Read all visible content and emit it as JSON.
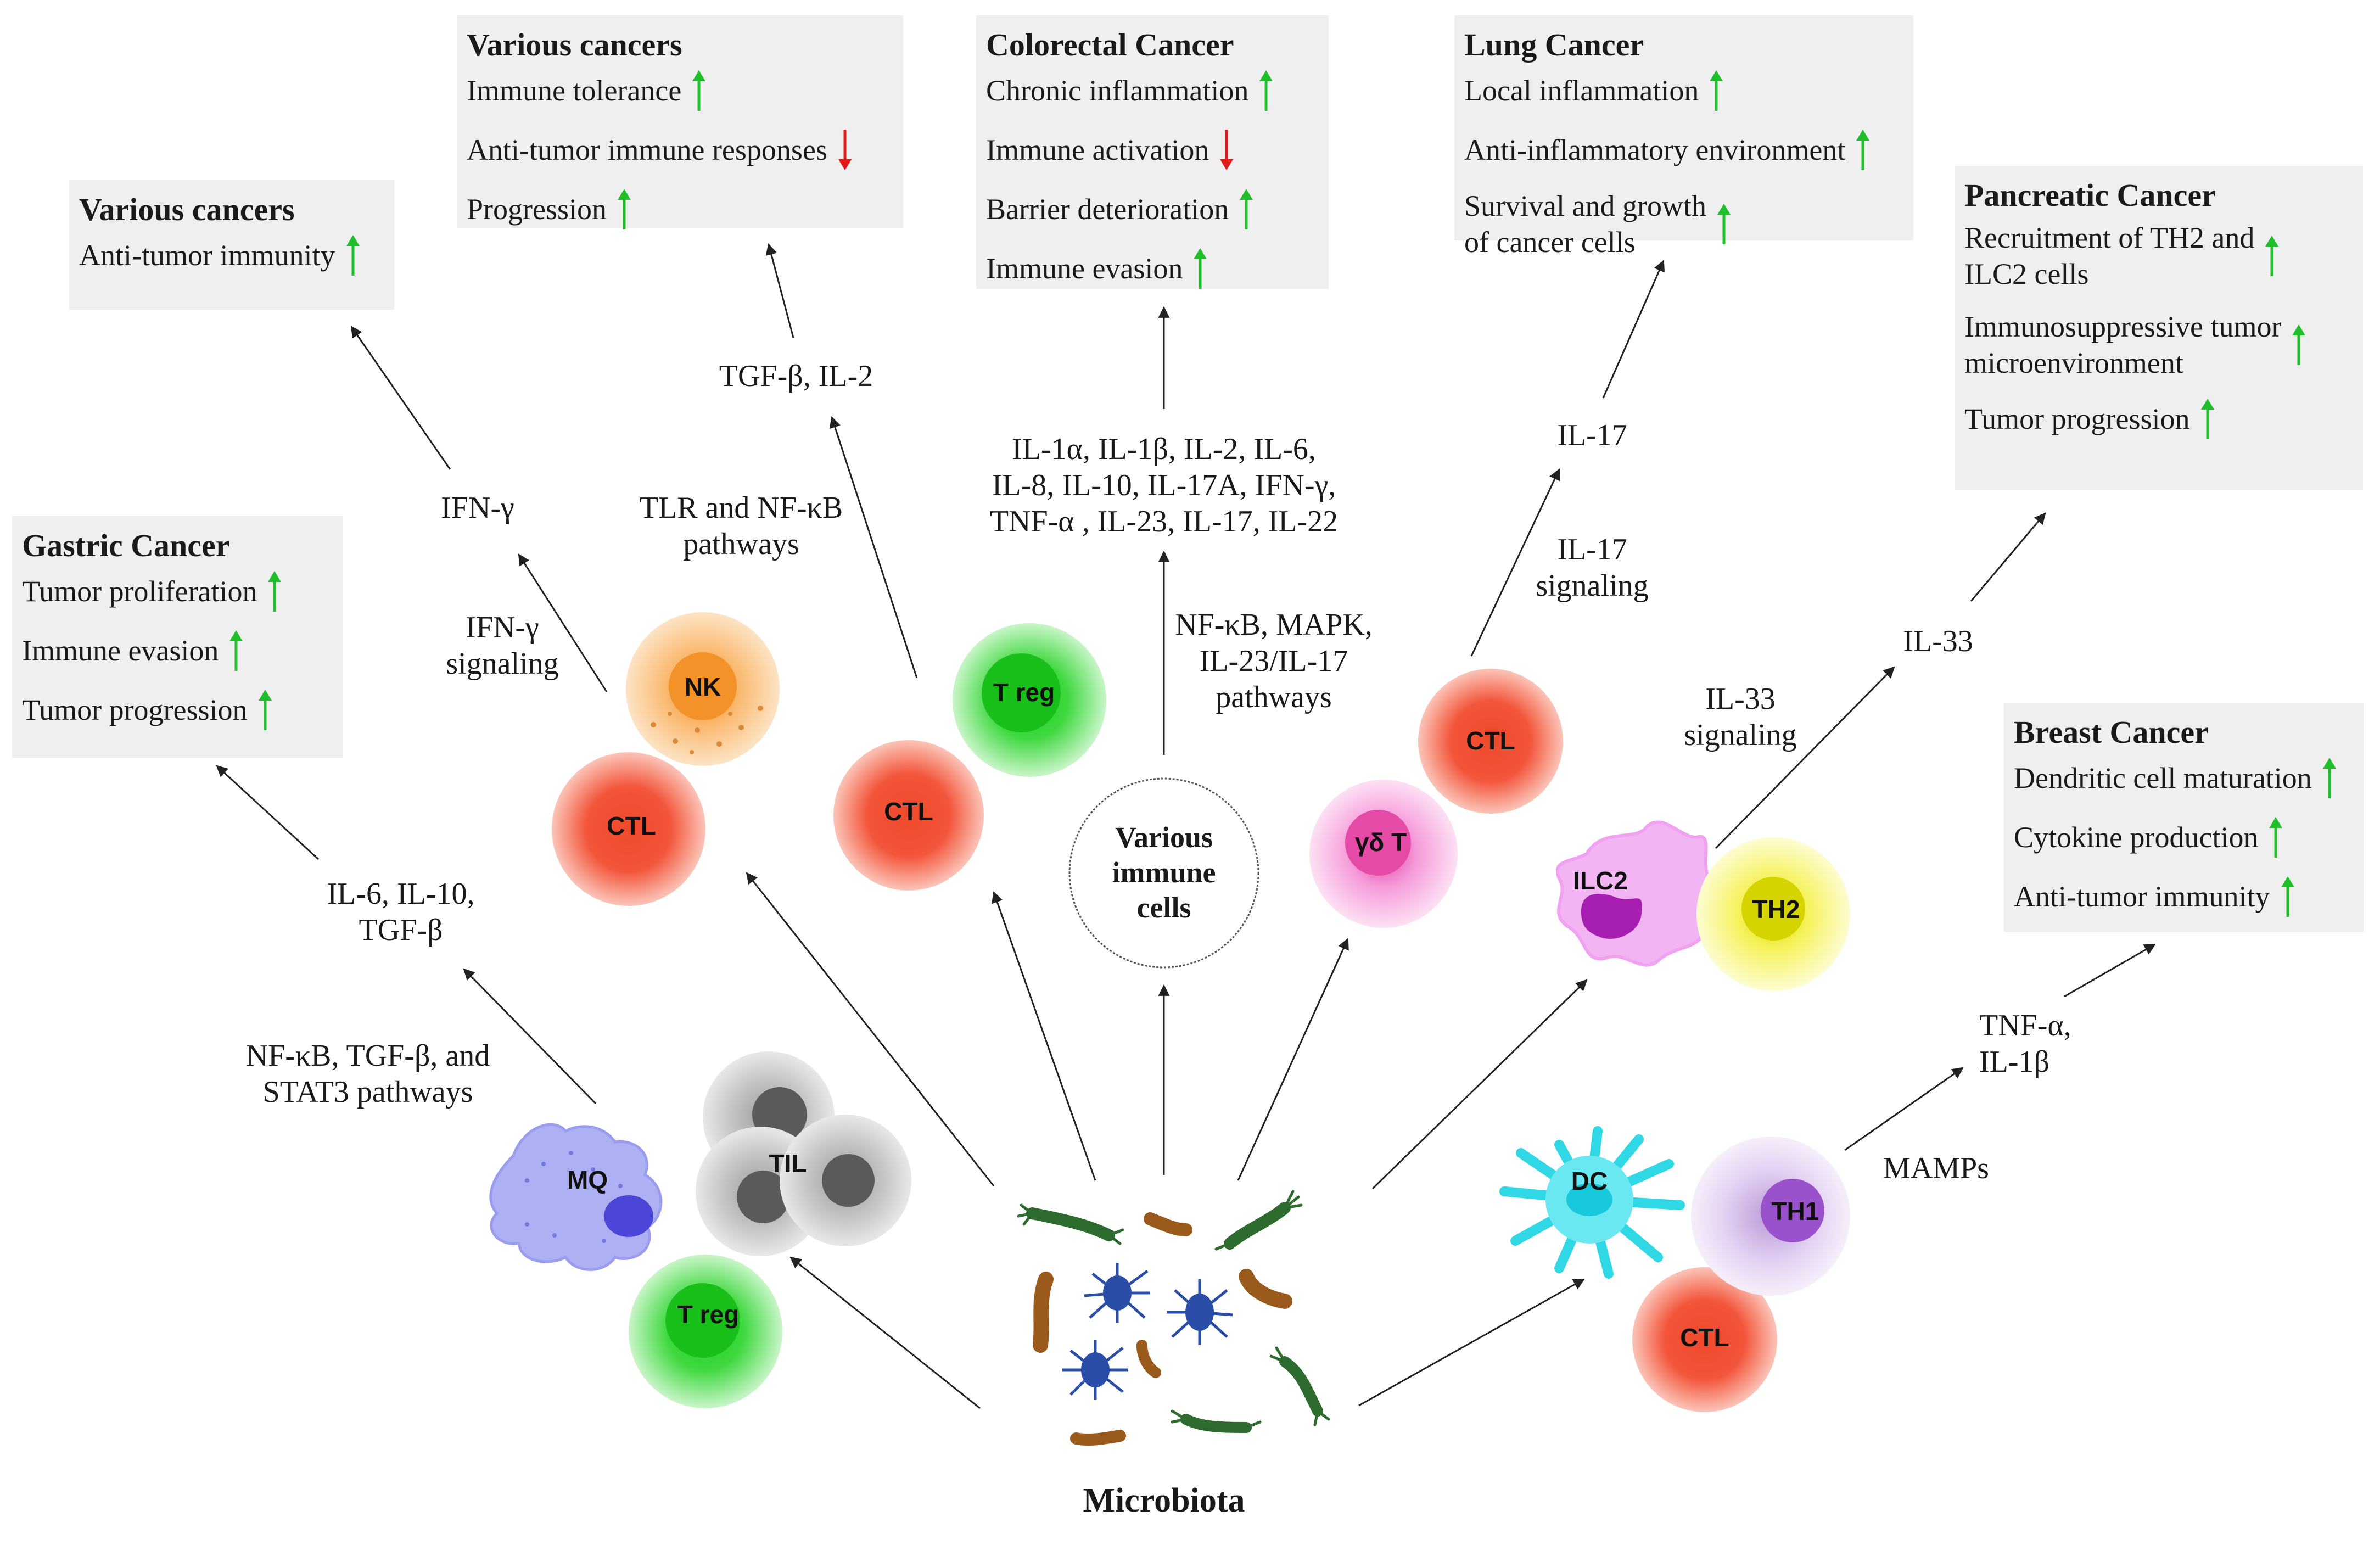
{
  "colors": {
    "up_arrow": "#1fbf2a",
    "down_arrow": "#e01919",
    "box_bg": "#efefef",
    "ctl": "#f25a3c",
    "treg": "#33d333",
    "nk": "#f7a64e",
    "gd_t": "#f07ac8",
    "ilc2": "#f2aaf2",
    "th2": "#f2f04a",
    "dc": "#2fd6e4",
    "th1": "#9a52cc",
    "mq": "#8a8ef2",
    "til": "#b8b8b8",
    "bacteria_green": "#2e6b2e",
    "bacteria_brown": "#9a5a1c",
    "bacteria_blue": "#2a4ea8"
  },
  "boxes": [
    {
      "id": "various-cancers-left",
      "title": "Various cancers",
      "items": [
        {
          "text": "Anti-tumor immunity",
          "dir": "up"
        }
      ]
    },
    {
      "id": "various-cancers-top",
      "title": "Various cancers",
      "items": [
        {
          "text": "Immune tolerance",
          "dir": "up"
        },
        {
          "text": "Anti-tumor immune responses",
          "dir": "down"
        },
        {
          "text": "Progression",
          "dir": "up"
        }
      ]
    },
    {
      "id": "colorectal-cancer",
      "title": "Colorectal Cancer",
      "items": [
        {
          "text": "Chronic inflammation",
          "dir": "up"
        },
        {
          "text": "Immune activation",
          "dir": "down"
        },
        {
          "text": "Barrier deterioration",
          "dir": "up"
        },
        {
          "text": "Immune evasion",
          "dir": "up"
        }
      ]
    },
    {
      "id": "lung-cancer",
      "title": "Lung Cancer",
      "items": [
        {
          "text": "Local inflammation",
          "dir": "up"
        },
        {
          "text": "Anti-inflammatory environment",
          "dir": "up"
        },
        {
          "text": "Survival and growth\nof cancer cells",
          "dir": "up"
        }
      ]
    },
    {
      "id": "pancreatic-cancer",
      "title": "Pancreatic Cancer",
      "items": [
        {
          "text": "Recruitment of TH2 and\nILC2 cells",
          "dir": "up"
        },
        {
          "text": "Immunosuppressive tumor\nmicroenvironment",
          "dir": "up"
        },
        {
          "text": "Tumor progression",
          "dir": "up"
        }
      ]
    },
    {
      "id": "gastric-cancer",
      "title": "Gastric Cancer",
      "items": [
        {
          "text": "Tumor proliferation",
          "dir": "up"
        },
        {
          "text": "Immune evasion",
          "dir": "up"
        },
        {
          "text": "Tumor progression",
          "dir": "up"
        }
      ]
    },
    {
      "id": "breast-cancer",
      "title": "Breast Cancer",
      "items": [
        {
          "text": "Dendritic cell maturation",
          "dir": "up"
        },
        {
          "text": "Cytokine production",
          "dir": "up"
        },
        {
          "text": "Anti-tumor immunity",
          "dir": "up"
        }
      ]
    }
  ],
  "labels": {
    "ifn_gamma": "IFN-γ",
    "ifn_gamma_signaling": "IFN-γ\nsignaling",
    "tgf_il2": "TGF-β, IL-2",
    "tlr_nfkb": "TLR and NF-κB\npathways",
    "colorectal_cytokines": "IL-1α, IL-1β, IL-2, IL-6,\nIL-8, IL-10, IL-17A, IFN-γ,\nTNF-α , IL-23, IL-17, IL-22",
    "nfkb_mapk": "NF-κB, MAPK,\nIL-23/IL-17\npathways",
    "il17": "IL-17",
    "il17_signaling": "IL-17\nsignaling",
    "il33": "IL-33",
    "il33_signaling": "IL-33\nsignaling",
    "il6_il10_tgf": "IL-6, IL-10,\nTGF-β",
    "nfkb_tgf_stat3": "NF-κB, TGF-β, and\nSTAT3 pathways",
    "tnf_il1b": "TNF-α,\nIL-1β",
    "mamps": "MAMPs",
    "various_immune_cells": "Various\nimmune\ncells",
    "microbiota": "Microbiota"
  },
  "cells": {
    "nk": "NK",
    "ctl": "CTL",
    "treg": "T reg",
    "gd_t": "γδ T",
    "ilc2": "ILC2",
    "th2": "TH2",
    "mq": "MQ",
    "til": "TIL",
    "dc": "DC",
    "th1": "TH1"
  }
}
